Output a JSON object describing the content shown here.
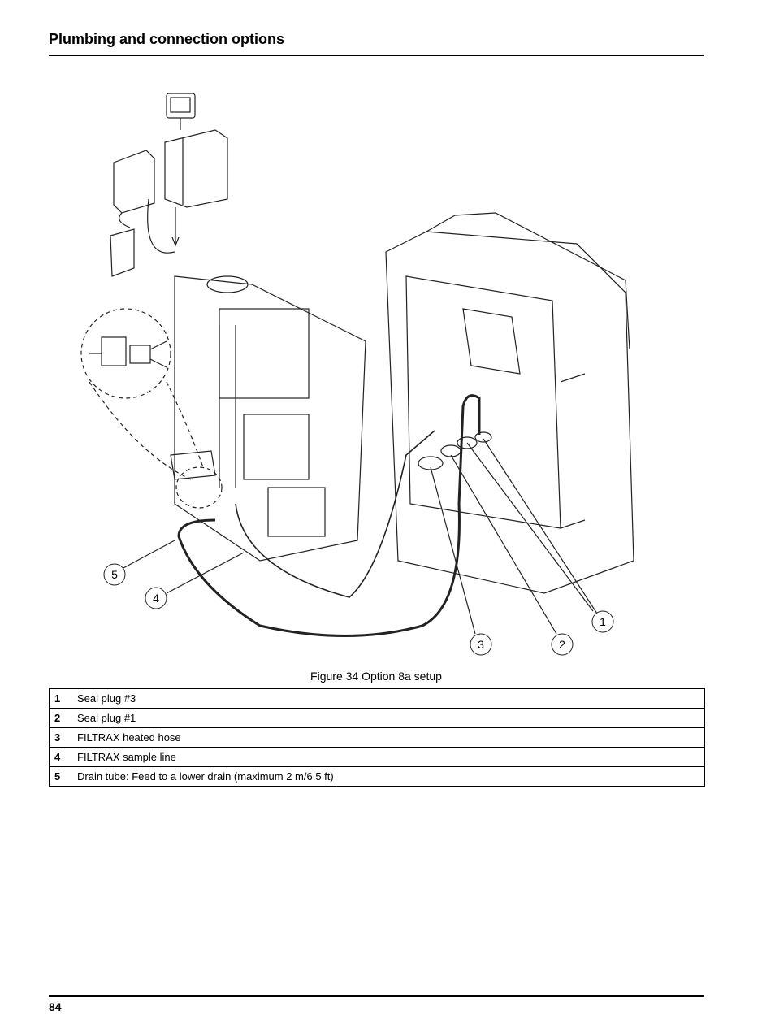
{
  "header": {
    "title": "Plumbing and connection options"
  },
  "figure": {
    "caption": "Figure 34 Option 8a setup",
    "callouts": [
      "1",
      "2",
      "3",
      "4",
      "5"
    ]
  },
  "legend": [
    {
      "num": "1",
      "text": "Seal plug #3"
    },
    {
      "num": "2",
      "text": "Seal plug #1"
    },
    {
      "num": "3",
      "text": "FILTRAX heated hose"
    },
    {
      "num": "4",
      "text": "FILTRAX sample line"
    },
    {
      "num": "5",
      "text": "Drain tube: Feed to a lower drain (maximum 2 m/6.5 ft)"
    }
  ],
  "footer": {
    "page_number": "84"
  }
}
